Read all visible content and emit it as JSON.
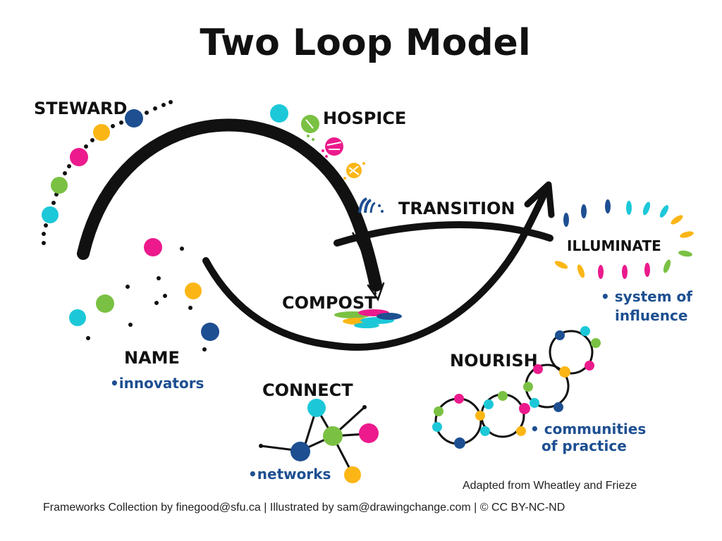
{
  "title": "Two Loop Model",
  "labels": {
    "steward": "STEWARD",
    "hospice": "HOSPICE",
    "transition": "TRANSITION",
    "illuminate": "ILLUMINATE",
    "compost": "COMPOST",
    "name": "NAME",
    "connect": "CONNECT",
    "nourish": "NOURISH"
  },
  "sublabels": {
    "name": "•innovators",
    "connect": "•networks",
    "nourish_1": "• communities",
    "nourish_2": "of practice",
    "illuminate_1": "• system of",
    "illuminate_2": "influence"
  },
  "footer": {
    "attribution": "Adapted from Wheatley and Frieze",
    "credits": "Frameworks Collection by finegood@sfu.ca | Illustrated by sam@drawingchange.com | © CC BY-NC-ND"
  },
  "colors": {
    "cyan": "#1cc8d8",
    "green": "#7ac143",
    "magenta": "#ec1a8c",
    "yellow": "#fbb616",
    "navy": "#1d4f91",
    "ink": "#111111"
  }
}
